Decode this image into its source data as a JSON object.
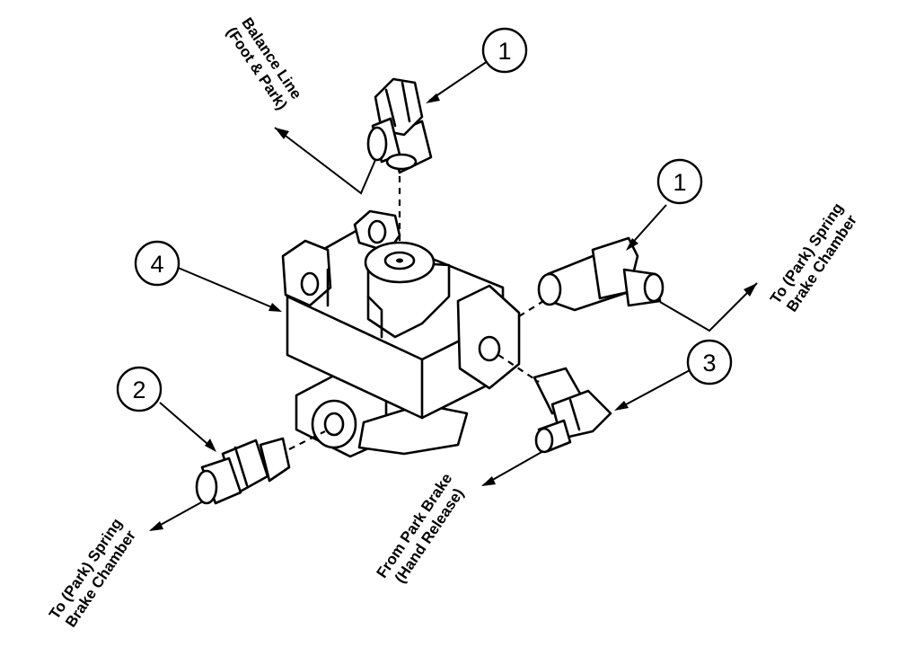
{
  "callouts": {
    "c1_top": "1",
    "c1_right": "1",
    "c2": "2",
    "c3": "3",
    "c4": "4"
  },
  "labels": {
    "balance_line": [
      "Balance Line",
      "(Foot & Park)"
    ],
    "to_spring_right": [
      "To (Park) Spring",
      "Brake Chamber"
    ],
    "to_spring_left": [
      "To (Park) Spring",
      "Brake Chamber"
    ],
    "from_park_brake": [
      "From Park Brake",
      "(Hand Release)"
    ]
  },
  "colors": {
    "line": "#000000",
    "background": "#ffffff"
  }
}
